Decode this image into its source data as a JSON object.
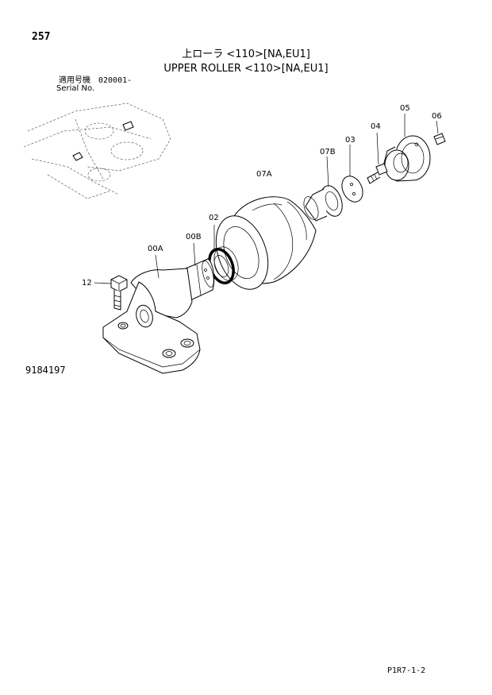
{
  "header": {
    "page_number": "257",
    "title_jp": "上ローラ <110>[NA,EU1]",
    "title_en": "UPPER ROLLER <110>[NA,EU1]"
  },
  "serial": {
    "label_jp": "適用号機",
    "range": "020001-",
    "label_en": "Serial No."
  },
  "parts": [
    {
      "id": "05"
    },
    {
      "id": "06"
    },
    {
      "id": "04"
    },
    {
      "id": "03"
    },
    {
      "id": "07B"
    },
    {
      "id": "07A"
    },
    {
      "id": "02"
    },
    {
      "id": "00B"
    },
    {
      "id": "00A"
    },
    {
      "id": "12"
    }
  ],
  "footer": {
    "drawing_number": "9184197",
    "page_code": "P1R7-1-2"
  }
}
